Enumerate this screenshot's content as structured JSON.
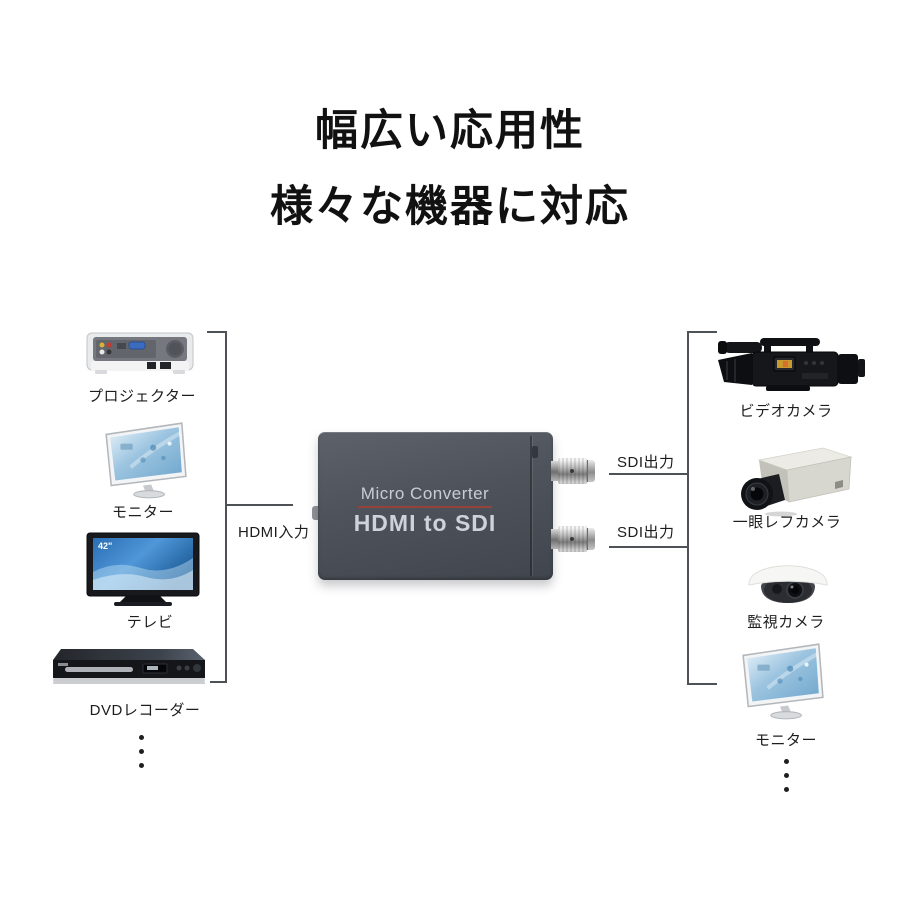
{
  "title": {
    "line1": "幅広い応用性",
    "line2": "様々な機器に対応"
  },
  "diagram": {
    "input_side": {
      "connection_label": "HDMI入力",
      "devices": [
        {
          "name": "projector",
          "label": "プロジェクター"
        },
        {
          "name": "monitor",
          "label": "モニター"
        },
        {
          "name": "tv",
          "label": "テレビ",
          "screen_badge": "42\""
        },
        {
          "name": "dvd-recorder",
          "label": "DVDレコーダー"
        }
      ],
      "more_devices_ellipsis": "⋮"
    },
    "converter": {
      "brand": "Micro Converter",
      "model": "HDMI to SDI"
    },
    "output_side": {
      "connection_labels": [
        "SDI出力",
        "SDI出力"
      ],
      "devices": [
        {
          "name": "video-camera",
          "label": "ビデオカメラ"
        },
        {
          "name": "slr-camera",
          "label": "一眼レフカメラ"
        },
        {
          "name": "surveillance-camera",
          "label": "監視カメラ"
        },
        {
          "name": "monitor",
          "label": "モニター"
        }
      ],
      "more_devices_ellipsis": "⋮"
    }
  },
  "colors": {
    "accent_underline_red": "#94423a",
    "converter_body_gray": "#4e535b",
    "converter_text": "#ced2dc",
    "line_gray": "#4e5257",
    "label_text": "#1d1d1d",
    "background": "#ffffff"
  }
}
